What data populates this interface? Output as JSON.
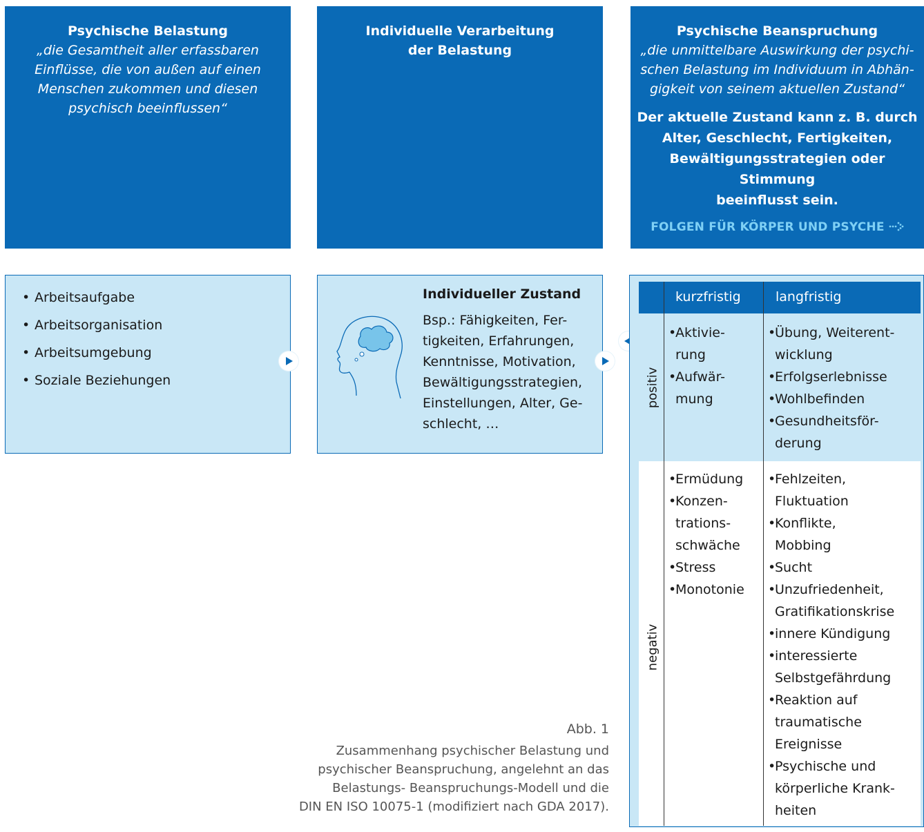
{
  "top": {
    "belastung": {
      "title": "Psychische Belastung",
      "quote_lines": [
        "„die Gesamtheit aller erfassbaren",
        "Einflüsse, die von außen auf  einen",
        "Menschen zukommen und diesen",
        "psychisch beeinflussen“"
      ]
    },
    "verarbeitung": {
      "title_lines": [
        "Individuelle Verarbeitung",
        "der Belastung"
      ]
    },
    "beanspruchung": {
      "title": "Psychische Beanspruchung",
      "quote_lines": [
        "„die unmittelbare Auswirkung der psychi-",
        "schen Belastung im Individuum in Abhän-",
        "gigkeit von seinem aktuellen Zustand“"
      ],
      "bold_lines": [
        "Der aktuelle Zustand kann z. B. durch",
        "Alter, Geschlecht, Fertigkeiten,",
        "Bewältigungsstrategien oder Stimmung",
        "beeinflusst sein."
      ],
      "folgen": "FOLGEN FÜR KÖRPER UND PSYCHE"
    }
  },
  "factors": [
    "Arbeitsaufgabe",
    "Arbeitsorganisation",
    "Arbeitsumgebung",
    "Soziale Beziehungen"
  ],
  "zustand": {
    "title": "Individueller Zustand",
    "text_lines": [
      "Bsp.: Fähigkeiten, Fer-",
      "tigkeiten, Erfahrungen,",
      "Kenntnisse, Motivation,",
      "Bewältigungsstrategien,",
      "Einstellungen, Alter, Ge-",
      "schlecht, …"
    ]
  },
  "table": {
    "col_short": "kurzfristig",
    "col_long": "langfristig",
    "row_pos": "positiv",
    "row_neg": "negativ",
    "pos_short": [
      "Aktivie-|rung",
      "Aufwär-|mung"
    ],
    "pos_long": [
      "Übung, Weiterent-|wicklung",
      "Erfolgserlebnisse",
      "Wohlbefinden",
      "Gesundheitsför-|derung"
    ],
    "neg_short": [
      "Ermüdung",
      "Konzen-|trations-|schwäche",
      "Stress",
      "Monotonie"
    ],
    "neg_long": [
      "Fehlzeiten,|Fluktuation",
      "Konflikte,|Mobbing",
      "Sucht",
      "Unzufriedenheit,|Gratifikationskrise",
      "innere Kündigung",
      "interessierte|Selbstgefährdung",
      "Reaktion auf|traumatische|Ereignisse",
      "Psychische und|körperliche Krank-|heiten"
    ]
  },
  "caption": {
    "label": "Abb. 1",
    "lines": [
      "Zusammenhang psychischer Belastung und",
      "psychischer Beanspruchung, angelehnt an das",
      "Belastungs- Beanspruchungs-Modell und die",
      "DIN EN ISO 10075-1 (modifiziert nach GDA 2017)."
    ]
  },
  "colors": {
    "dark_blue": "#0a6ab6",
    "light_blue": "#c9e7f6",
    "accent_cyan": "#7fd0f5"
  }
}
